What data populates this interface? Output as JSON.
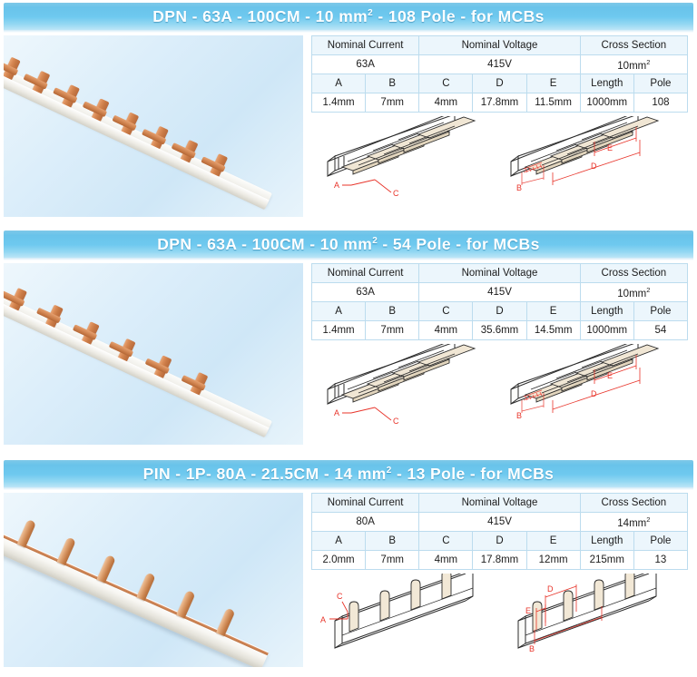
{
  "page": {
    "background_color": "#ffffff",
    "title_bar_color": "#6ec9ef",
    "table_border_color": "#bcdcee",
    "table_header_bg": "#ecf6fc",
    "dimension_label_color": "#e8342a"
  },
  "sections": [
    {
      "id": "dpn-108",
      "title_prefix": "DPN - 63A - 100CM - 10 mm",
      "title_sup": "2",
      "title_suffix": " - 108 Pole - for MCBs",
      "photo_alt": "white-insulated copper pin busbar ladder type",
      "product_type": "ladder",
      "table": {
        "group_headers": [
          "Nominal Current",
          "Nominal Voltage",
          "Cross Section"
        ],
        "group_values": [
          "63A",
          "415V",
          "10mm"
        ],
        "cross_section_sup": "2",
        "dim_headers": [
          "A",
          "B",
          "C",
          "D",
          "E",
          "Length",
          "Pole"
        ],
        "dim_values": [
          "1.4mm",
          "7mm",
          "4mm",
          "17.8mm",
          "11.5mm",
          "1000mm",
          "108"
        ]
      },
      "diagrams": [
        {
          "name": "left-drawing",
          "labels": [
            "A",
            "C"
          ]
        },
        {
          "name": "right-drawing",
          "labels": [
            "B",
            "D",
            "E"
          ]
        }
      ]
    },
    {
      "id": "dpn-54",
      "title_prefix": "DPN - 63A - 100CM - 10 mm",
      "title_sup": "2",
      "title_suffix": " - 54 Pole - for MCBs",
      "photo_alt": "white-insulated copper pin busbar ladder type",
      "product_type": "ladder",
      "table": {
        "group_headers": [
          "Nominal Current",
          "Nominal Voltage",
          "Cross Section"
        ],
        "group_values": [
          "63A",
          "415V",
          "10mm"
        ],
        "cross_section_sup": "2",
        "dim_headers": [
          "A",
          "B",
          "C",
          "D",
          "E",
          "Length",
          "Pole"
        ],
        "dim_values": [
          "1.4mm",
          "7mm",
          "4mm",
          "35.6mm",
          "14.5mm",
          "1000mm",
          "54"
        ]
      },
      "diagrams": [
        {
          "name": "left-drawing",
          "labels": [
            "A",
            "C"
          ]
        },
        {
          "name": "right-drawing",
          "labels": [
            "B",
            "D",
            "E"
          ]
        }
      ]
    },
    {
      "id": "pin-13",
      "title_prefix": "PIN - 1P- 80A - 21.5CM - 14 mm",
      "title_sup": "2",
      "title_suffix": " - 13 Pole - for MCBs",
      "photo_alt": "white-insulated copper pin busbar pin type",
      "product_type": "pin",
      "table": {
        "group_headers": [
          "Nominal Current",
          "Nominal Voltage",
          "Cross Section"
        ],
        "group_values": [
          "80A",
          "415V",
          "14mm"
        ],
        "cross_section_sup": "2",
        "dim_headers": [
          "A",
          "B",
          "C",
          "D",
          "E",
          "Length",
          "Pole"
        ],
        "dim_values": [
          "2.0mm",
          "7mm",
          "4mm",
          "17.8mm",
          "12mm",
          "215mm",
          "13"
        ]
      },
      "diagrams": [
        {
          "name": "left-drawing",
          "labels": [
            "A",
            "C"
          ]
        },
        {
          "name": "right-drawing",
          "labels": [
            "B",
            "D",
            "E"
          ]
        }
      ]
    }
  ]
}
